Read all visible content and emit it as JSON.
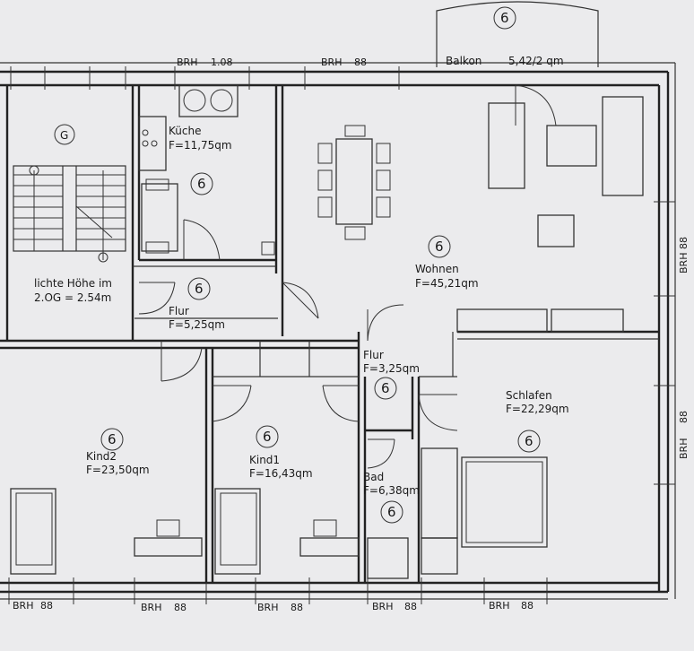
{
  "balcony": {
    "label": "Balkon",
    "area": "5,42/2 qm",
    "zone": "6"
  },
  "rooms": {
    "kueche": {
      "name": "Küche",
      "area": "F=11,75qm",
      "zone": "6"
    },
    "flur1": {
      "name": "Flur",
      "area": "F=5,25qm",
      "zone": "6"
    },
    "flur2": {
      "name": "Flur",
      "area": "F=3,25qm",
      "zone": "6"
    },
    "wohnen": {
      "name": "Wohnen",
      "area": "F=45,21qm",
      "zone": "6"
    },
    "schlafen": {
      "name": "Schlafen",
      "area": "F=22,29qm",
      "zone": "6"
    },
    "kind2": {
      "name": "Kind2",
      "area": "F=23,50qm",
      "zone": "6"
    },
    "kind1": {
      "name": "Kind1",
      "area": "F=16,43qm",
      "zone": "6"
    },
    "bad": {
      "name": "Bad",
      "area": "F=6,38qm",
      "zone": "6"
    }
  },
  "stair": {
    "zone": "G",
    "note_line1": "lichte Höhe im",
    "note_line2": "2.OG = 2.54m"
  },
  "brh": {
    "top_left": {
      "label": "BRH",
      "value": "1.08"
    },
    "top_mid": {
      "label": "BRH",
      "value": "88"
    },
    "right_upper": {
      "text": "BRH 88"
    },
    "right_lower_value": "88",
    "right_lower_label": "BRH",
    "bottom_1": {
      "label": "BRH",
      "value": "88"
    },
    "bottom_2": {
      "label": "BRH",
      "value": "88"
    },
    "bottom_3": {
      "label": "BRH",
      "value": "88"
    },
    "bottom_4": {
      "label": "BRH",
      "value": "88"
    },
    "bottom_5": {
      "label": "BRH",
      "value": "88"
    }
  }
}
